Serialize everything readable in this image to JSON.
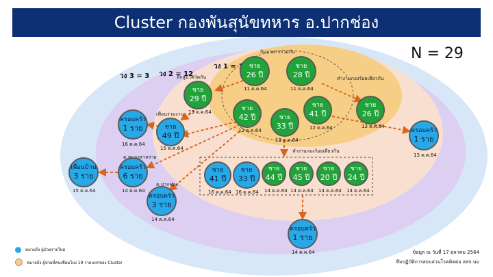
{
  "title": "Cluster กองพันสุนัขทหาร อ.ปากช่อง",
  "n_label": "N = 29",
  "rings": {
    "r1": "วง 1 = 14",
    "r2": "วง 2 = 12",
    "r3": "วง 3 = 3"
  },
  "notes": {
    "eat": "กินอาหารร่วมกัน",
    "work1": "ทำงานกองร้อยเดียวกัน",
    "work2": "ทำงานกองร้อยเดียวกัน",
    "senior": "ลีกสูบโควิดกัน",
    "friend": "เพื่อนร่วมงาน",
    "nongsa": "ต.หนองสาหร่าย",
    "pakchong": "ต.ปากช่อง"
  },
  "nodes": [
    {
      "id": "a",
      "l1": "ชาย",
      "l2": "26 ปี",
      "date": "11 ต.ค.64"
    },
    {
      "id": "b",
      "l1": "ชาย",
      "l2": "28 ปี",
      "date": "11 ต.ค.64"
    },
    {
      "id": "c",
      "l1": "ชาย",
      "l2": "29 ปี",
      "date": "13 ต.ค.64"
    },
    {
      "id": "d",
      "l1": "ชาย",
      "l2": "42 ปี",
      "date": "12 ต.ค.64"
    },
    {
      "id": "e",
      "l1": "ชาย",
      "l2": "33 ปี",
      "date": "13 ต.ค.64"
    },
    {
      "id": "f",
      "l1": "ชาย",
      "l2": "41 ปี",
      "date": "12 ต.ค.64"
    },
    {
      "id": "g",
      "l1": "ชาย",
      "l2": "26 ปี",
      "date": "13 ต.ค.64"
    },
    {
      "id": "h",
      "l1": "ครอบครัว",
      "l2": "1 ราย",
      "date": "16 ต.ค.64"
    },
    {
      "id": "i",
      "l1": "ชาย",
      "l2": "49 ปี",
      "date": "15 ต.ค.64"
    },
    {
      "id": "j",
      "l1": "ครอบครัว",
      "l2": "1 ราย",
      "date": "13 ต.ค.64"
    },
    {
      "id": "k",
      "l1": "เพื่อนบ้าน",
      "l2": "3 ราย",
      "date": "15 ต.ค.64"
    },
    {
      "id": "l",
      "l1": "ครอบครัว",
      "l2": "6 ราย",
      "date": "14 ต.ค.64"
    },
    {
      "id": "m",
      "l1": "ครอบครัว",
      "l2": "3 ราย",
      "date": "14 ต.ค.64"
    },
    {
      "id": "n",
      "l1": "ชาย",
      "l2": "41 ปี",
      "date": "16 ต.ค.64"
    },
    {
      "id": "o",
      "l1": "ชาย",
      "l2": "33 ปี",
      "date": "16 ต.ค.64"
    },
    {
      "id": "p",
      "l1": "ชาย",
      "l2": "44 ปี",
      "date": "14 ต.ค.64"
    },
    {
      "id": "q",
      "l1": "ชาย",
      "l2": "45 ปี",
      "date": "14 ต.ค.64"
    },
    {
      "id": "r",
      "l1": "ชาย",
      "l2": "20 ปี",
      "date": "14 ต.ค.64"
    },
    {
      "id": "s",
      "l1": "ชาย",
      "l2": "24 ปี",
      "date": "14 ต.ค.64"
    },
    {
      "id": "t",
      "l1": "ครอบครัว",
      "l2": "1 ราย",
      "date": "14 ต.ค.64"
    }
  ],
  "legend": {
    "blue": "หมายถึง ผู้ป่วยรายใหม่",
    "ring": "หมายถึง ผู้ป่วยที่คนเชื่อมโยง 19 รายแหกของ Cluster"
  },
  "footer": {
    "line1": "ข้อมูล ณ วันที่ 17 ตุลาคม 2564",
    "line2": "ทีมปฏิบัติการสอบสวนโรคติดต่อ สสจ.นม"
  },
  "colors": {
    "header": "#0d2f73",
    "green": "#21a33a",
    "blue": "#27a9e8",
    "arrow": "#d9661f"
  }
}
